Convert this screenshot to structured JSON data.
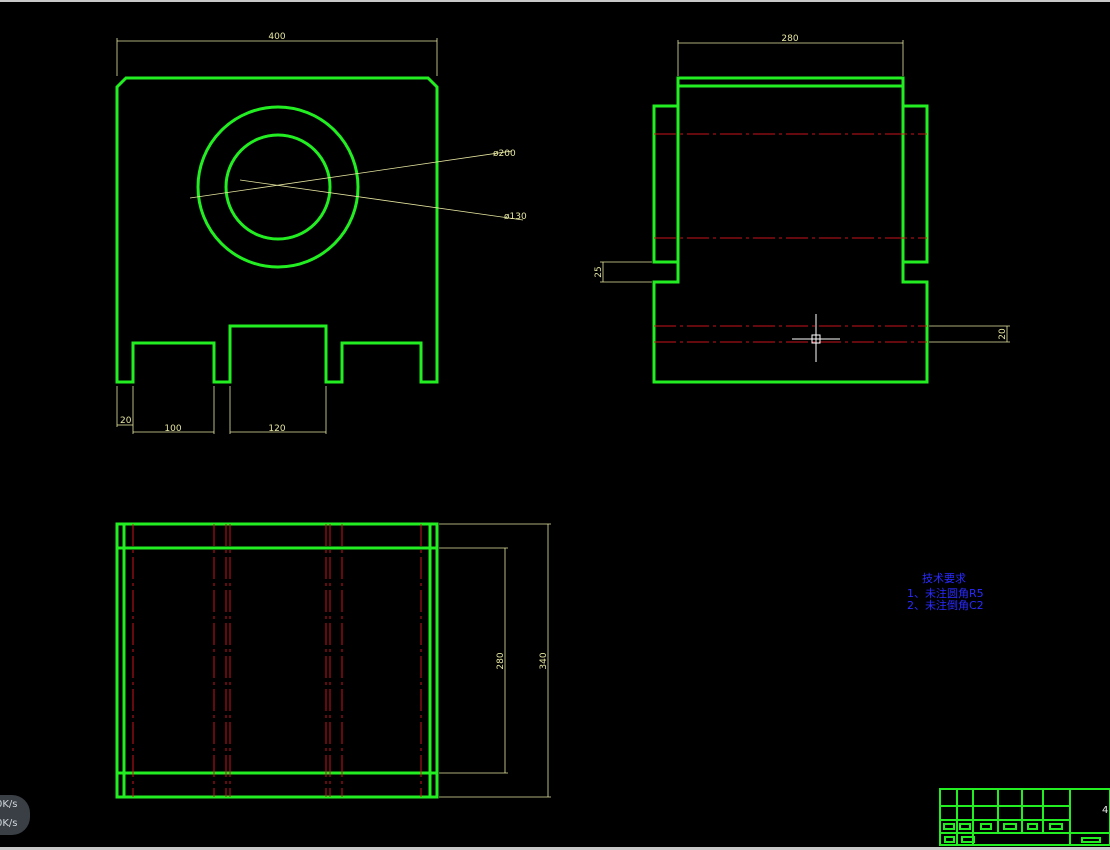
{
  "front_view": {
    "dim_width": "400",
    "dim_outer_dia": "ø200",
    "dim_inner_dia": "ø130",
    "dim_leg": "20",
    "dim_slot_left": "100",
    "dim_slot_center": "120"
  },
  "side_view": {
    "dim_width": "280",
    "dim_slot": "25",
    "dim_right": "20"
  },
  "top_view": {
    "dim_inner": "280",
    "dim_outer": "340"
  },
  "technical_requirements": {
    "title": "技术要求",
    "items": [
      "1、未注圆角R5",
      "2、未注倒角C2"
    ]
  },
  "network_speed": {
    "up": "0K/s",
    "down": "0K/s"
  },
  "sheet_number": "4",
  "colors": {
    "outline": "#22ee22",
    "dimension": "#e6e6a0",
    "centerline": "#c8141e",
    "annotation": "#2a2aff",
    "background": "#000000"
  }
}
